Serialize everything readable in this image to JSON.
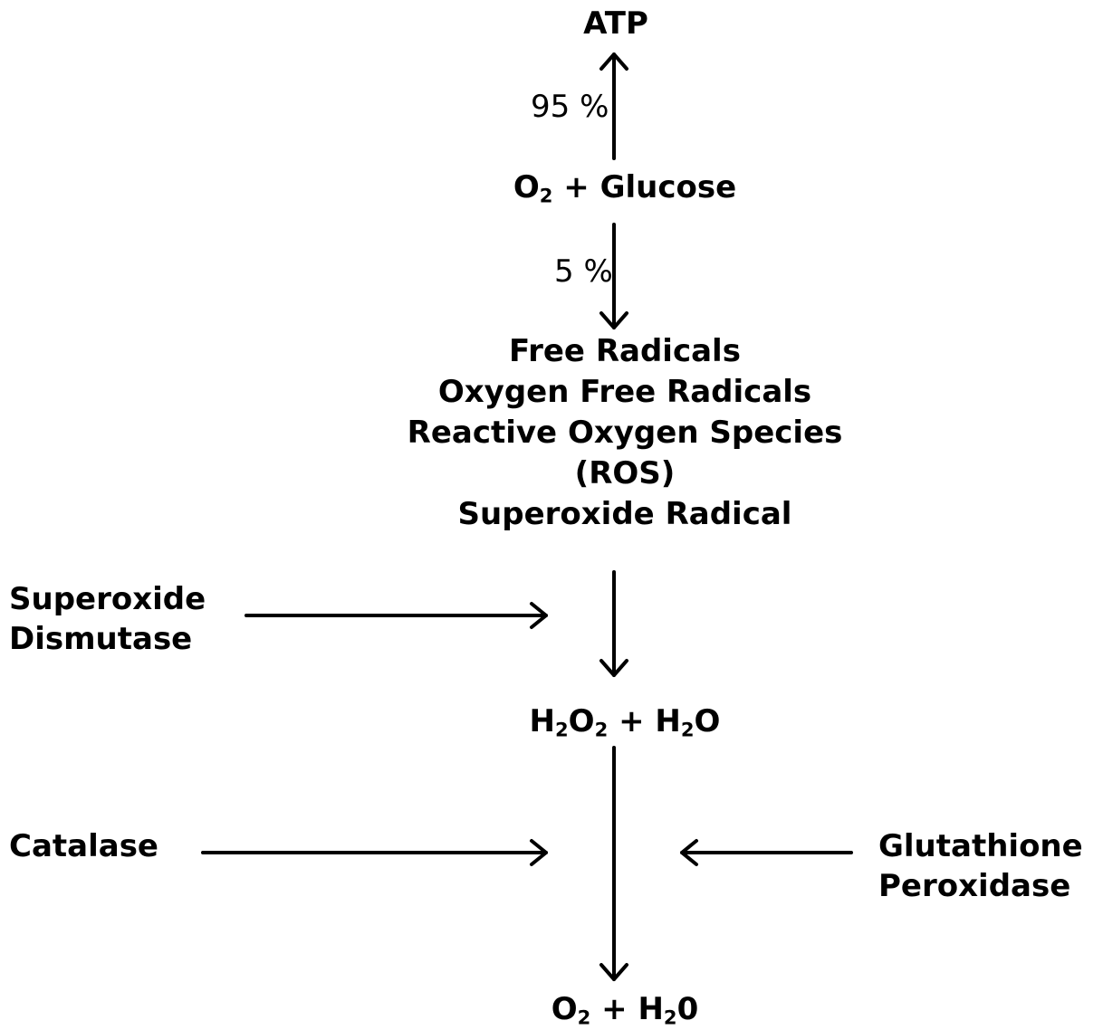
{
  "nodes": {
    "atp": "ATP",
    "o2_glucose": {
      "o": "O",
      "sub": "2",
      "rest": " + Glucose"
    },
    "free_radicals": {
      "line1": "Free Radicals",
      "line2": "Oxygen Free Radicals",
      "line3": "Reactive Oxygen Species",
      "line4": "(ROS)",
      "line5": "Superoxide Radical"
    },
    "h2o2_h2o": {
      "h1": "H",
      "s1": "2",
      "o1": "O",
      "s2": "2",
      "plus": " + H",
      "s3": "2",
      "o2": "O"
    },
    "o2_h20": {
      "o": "O",
      "s1": "2",
      "plus": " + H",
      "s2": "2",
      "zero": "0"
    }
  },
  "percentages": {
    "to_atp": "95 %",
    "to_radicals": "5 %"
  },
  "enzymes": {
    "superoxide_dismutase": {
      "line1": "Superoxide",
      "line2": "Dismutase"
    },
    "catalase": "Catalase",
    "glutathione_peroxidase": {
      "line1": "Glutathione",
      "line2": "Peroxidase"
    }
  }
}
